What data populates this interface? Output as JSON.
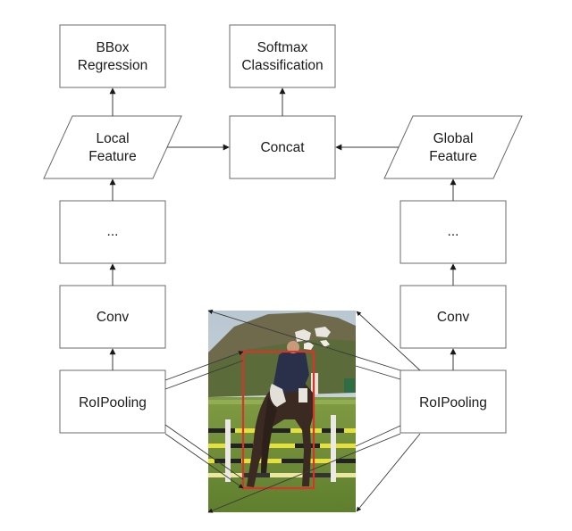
{
  "nodes": {
    "bbox_regression": {
      "line1": "BBox",
      "line2": "Regression"
    },
    "softmax_classification": {
      "line1": "Softmax",
      "line2": "Classification"
    },
    "local_feature": {
      "line1": "Local",
      "line2": "Feature"
    },
    "concat": {
      "label": "Concat"
    },
    "global_feature": {
      "line1": "Global",
      "line2": "Feature"
    },
    "left_ellipsis": {
      "label": "..."
    },
    "right_ellipsis": {
      "label": "..."
    },
    "left_conv": {
      "label": "Conv"
    },
    "right_conv": {
      "label": "Conv"
    },
    "left_roipooling": {
      "label": "RoIPooling"
    },
    "right_roipooling": {
      "label": "RoIPooling"
    }
  },
  "image": {
    "subject": "horse-and-rider-jumping-photo",
    "box_color": "#d9342b"
  },
  "colors": {
    "stroke": "#6b6b6b",
    "edge": "#3a3a3a"
  }
}
